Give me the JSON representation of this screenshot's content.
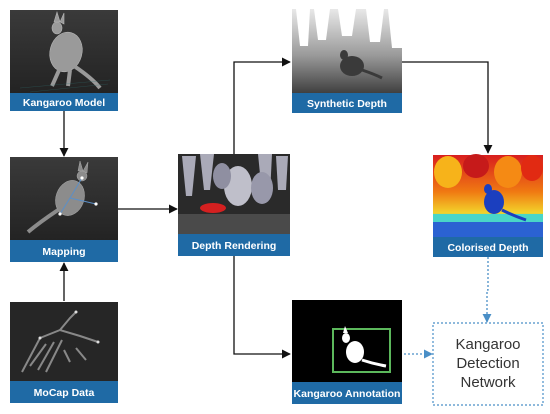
{
  "colors": {
    "label_bar": "#1f6aa5",
    "solid_arrow": "#111111",
    "dotted_arrow": "#4a8fc7",
    "annotation_box": "#5cb85c"
  },
  "nodes": {
    "kangaroo_model": {
      "label": "Kangaroo Model"
    },
    "mapping": {
      "label": "Mapping"
    },
    "mocap_data": {
      "label": "MoCap Data"
    },
    "depth_rendering": {
      "label": "Depth Rendering"
    },
    "synthetic_depth": {
      "label": "Synthetic Depth"
    },
    "colorised_depth": {
      "label": "Colorised Depth"
    },
    "kangaroo_annotation": {
      "label": "Kangaroo Annotation"
    }
  },
  "network": {
    "lines": [
      "Kangaroo",
      "Detection",
      "Network"
    ]
  }
}
